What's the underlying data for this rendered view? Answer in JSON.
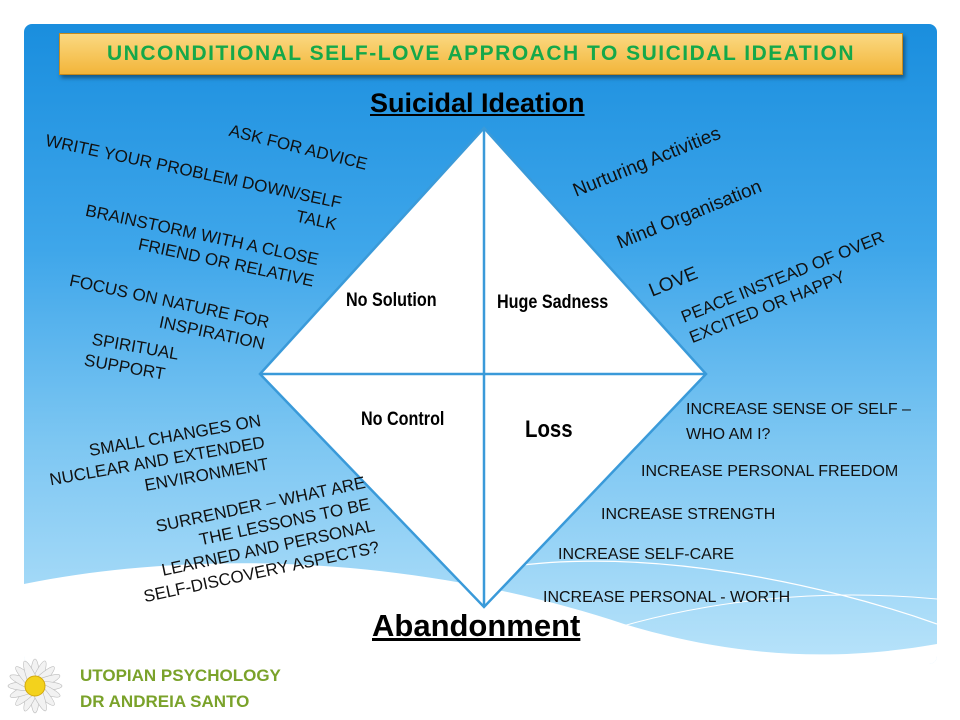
{
  "title": "UNCONDITIONAL SELF-LOVE APPROACH TO SUICIDAL IDEATION",
  "top_label": "Suicidal Ideation",
  "bottom_label": "Abandonment",
  "quadrants": {
    "top_left": "No Solution",
    "top_right": "Huge Sadness",
    "bottom_left": "No Control",
    "bottom_right": "Loss"
  },
  "left_items": [
    "ASK FOR ADVICE",
    "WRITE YOUR PROBLEM DOWN/SELF",
    "TALK",
    "BRAINSTORM WITH A CLOSE",
    "FRIEND OR RELATIVE",
    "FOCUS ON NATURE FOR",
    "INSPIRATION",
    "SPIRITUAL",
    "SUPPORT",
    "SMALL CHANGES ON",
    "NUCLEAR AND EXTENDED",
    "ENVIRONMENT",
    "SURRENDER – WHAT ARE",
    "THE LESSONS TO BE",
    "LEARNED AND PERSONAL",
    "SELF-DISCOVERY ASPECTS?"
  ],
  "right_items": [
    "Nurturing Activities",
    "Mind Organisation",
    "LOVE",
    "PEACE INSTEAD OF OVER",
    "EXCITED OR HAPPY"
  ],
  "bottom_right_items": [
    "INCREASE SENSE OF SELF –",
    "WHO AM I?",
    "INCREASE PERSONAL FREEDOM",
    "INCREASE STRENGTH",
    "INCREASE SELF-CARE",
    "INCREASE PERSONAL - WORTH"
  ],
  "footer": {
    "line1": "UTOPIAN PSYCHOLOGY",
    "line2": "DR ANDREIA SANTO"
  }
}
